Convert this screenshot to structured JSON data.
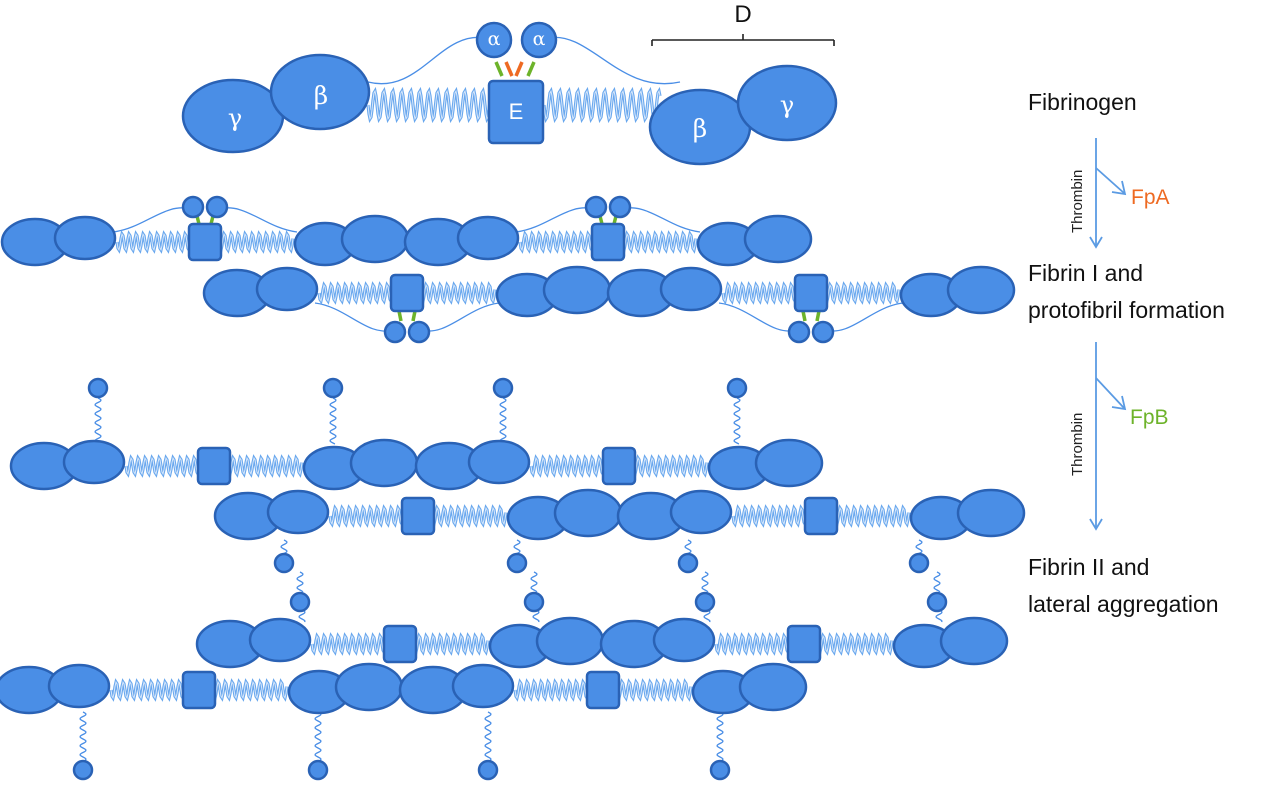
{
  "diagram": {
    "labels": {
      "d_domain": "D",
      "e_domain": "E",
      "beta": "β",
      "gamma": "γ",
      "alpha": "α"
    },
    "stages": {
      "fibrinogen": "Fibrinogen",
      "fibrin1_line1": "Fibrin I and",
      "fibrin1_line2": "protofibril formation",
      "fibrin2_line1": "Fibrin II and",
      "fibrin2_line2": "lateral aggregation"
    },
    "enzyme": {
      "step1": "Thrombin",
      "step2": "Thrombin"
    },
    "products": {
      "fpa": "FpA",
      "fpb": "FpB"
    },
    "colors": {
      "node_fill": "#4a8ee6",
      "node_stroke": "#2a62b5",
      "coil": "#6aa8ee",
      "tether": "#4a8ee6",
      "fpa": "#ee6a22",
      "fpb": "#6db32a",
      "arrow": "#5b9be3"
    }
  }
}
